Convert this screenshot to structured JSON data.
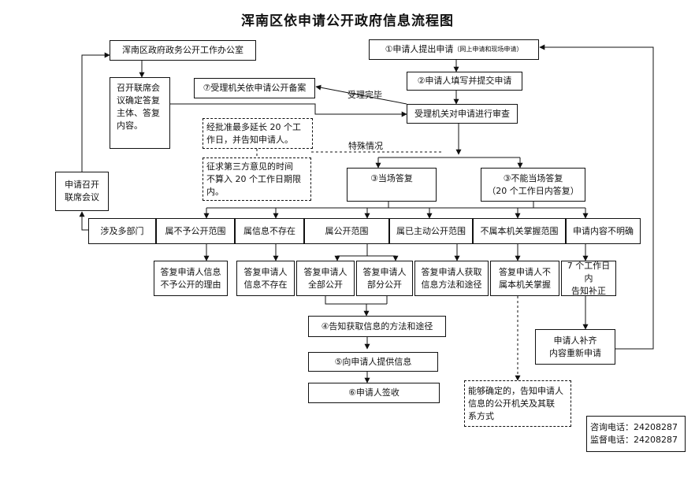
{
  "title": "浑南区依申请公开政府信息流程图",
  "nodes": {
    "office": "浑南区政府政务公开工作办公室",
    "meeting_decide": "召开联席会\n议确定答复\n主体、答复\n内容。",
    "meeting_apply": "申请召开\n联席会议",
    "filing": "⑦受理机关依申请公开备案",
    "step1_main": "①申请人提出申请",
    "step1_sub": "（网上申请和现场申请）",
    "step2": "②申请人填写并提交申请",
    "review": "受理机关对申请进行审查",
    "extension": "经批准最多延长 20 个工\n作日，并告知申请人。",
    "third_party": "征求第三方意见的时间\n不算入 20 个工作日期限\n内。",
    "onsite": "③当场答复",
    "not_onsite": "③不能当场答复\n（20 个工作日内答复）",
    "cat_multi": "涉及多部门",
    "cat_not_public": "属不予公开范围",
    "cat_not_exist": "属信息不存在",
    "cat_public": "属公开范围",
    "cat_already": "属已主动公开范围",
    "cat_not_agency": "不属本机关掌握范围",
    "cat_unclear": "申请内容不明确",
    "ans_reason": "答复申请人信息\n不予公开的理由",
    "ans_not_exist": "答复申请人\n信息不存在",
    "ans_full": "答复申请人\n全部公开",
    "ans_partial": "答复申请人\n部分公开",
    "ans_method": "答复申请人获取\n信息方法和途径",
    "ans_not_agency": "答复申请人不\n属本机关掌握",
    "ans_supplement": "7 个工作日内\n告知补正",
    "step4": "④告知获取信息的方法和途径",
    "step5": "⑤向申请人提供信息",
    "step6": "⑥申请人签收",
    "resubmit": "申请人补齐\n内容重新申请",
    "other_agency": "能够确定的，告知申请人\n信息的公开机关及其联\n系方式"
  },
  "labels": {
    "accepted_done": "受理完毕",
    "special": "特殊情况"
  },
  "contact": {
    "consult": "咨询电话：24208287",
    "supervise": "监督电话：24208287"
  }
}
